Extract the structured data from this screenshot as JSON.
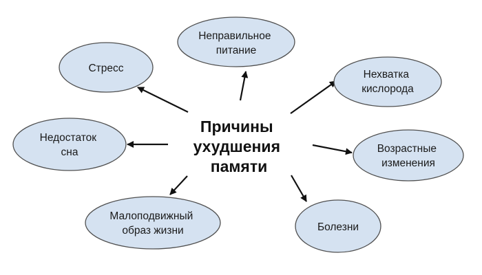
{
  "title": {
    "lines": [
      "Причины",
      "ухудшения",
      "памяти"
    ]
  },
  "nodes": [
    {
      "id": "stress",
      "lines": [
        "Стресс"
      ]
    },
    {
      "id": "poor-nutrition",
      "lines": [
        "Неправильное",
        "питание"
      ]
    },
    {
      "id": "oxygen-deficiency",
      "lines": [
        "Нехватка",
        "кислорода"
      ]
    },
    {
      "id": "sleep-deficiency",
      "lines": [
        "Недостаток",
        "сна"
      ]
    },
    {
      "id": "age-changes",
      "lines": [
        "Возрастные",
        "изменения"
      ]
    },
    {
      "id": "sedentary-lifestyle",
      "lines": [
        "Малоподвижный",
        "образ жизни"
      ]
    },
    {
      "id": "diseases",
      "lines": [
        "Болезни"
      ]
    }
  ],
  "colors": {
    "node_fill": "#d5e2f1",
    "node_stroke": "#4f4f4f",
    "arrow": "#111111",
    "text": "#1a1a1a"
  }
}
